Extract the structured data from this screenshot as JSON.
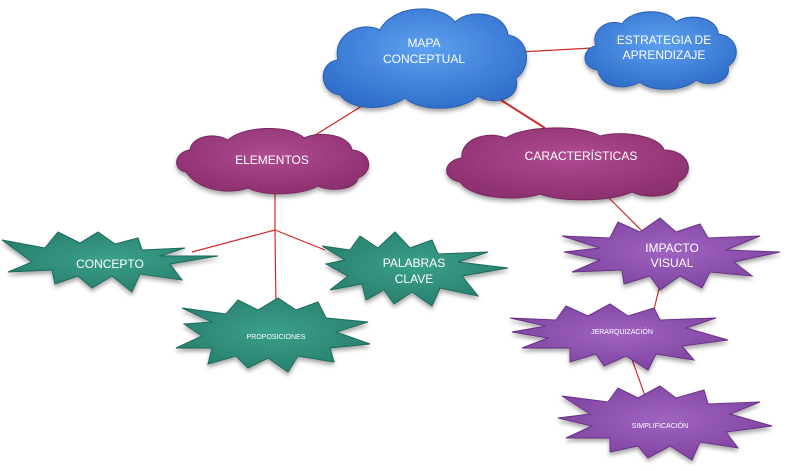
{
  "nodes": {
    "mapa": {
      "line1": "MAPA",
      "line2": "CONCEPTUAL"
    },
    "estrategia": {
      "line1": "ESTRATEGIA DE",
      "line2": "APRENDIZAJE"
    },
    "elementos": {
      "label": "ELEMENTOS"
    },
    "caracteristicas": {
      "label": "CARACTERÍSTICAS"
    },
    "concepto": {
      "label": "CONCEPTO"
    },
    "palabras": {
      "line1": "PALABRAS",
      "line2": "CLAVE"
    },
    "proposiciones": {
      "label": "PROPOSICIONES"
    },
    "impacto": {
      "line1": "IMPACTO",
      "line2": "VISUAL"
    },
    "jerarquizacion": {
      "label": "JERARQUIZACIÓN"
    },
    "simplificacion": {
      "label": "SIMPLIFICACIÓN"
    }
  },
  "colors": {
    "blue_cloud": "#3b7dd8",
    "magenta_cloud": "#9c3a7e",
    "teal_star": "#2f8f7c",
    "purple_star": "#8d4fae",
    "connector": "#d12a2a"
  }
}
